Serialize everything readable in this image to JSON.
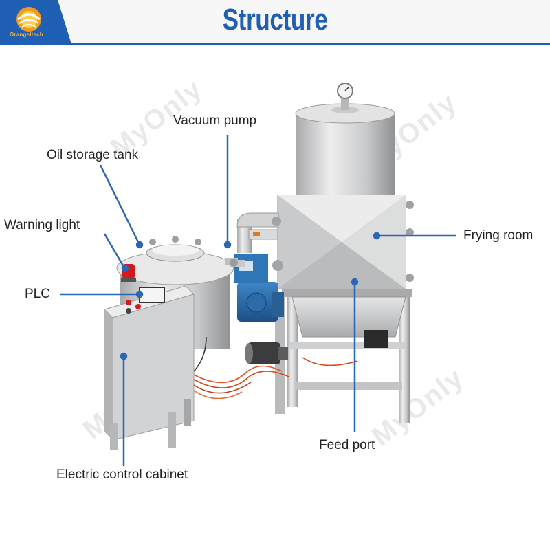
{
  "header": {
    "title": "Structure",
    "logo_text": "Orangeltech"
  },
  "watermark": "MyOnly",
  "labels": {
    "vacuum_pump": "Vacuum pump",
    "oil_storage_tank": "Oil storage tank",
    "warning_light": "Warning light",
    "plc": "PLC",
    "frying_room": "Frying room",
    "feed_port": "Feed port",
    "electric_control_cabinet": "Electric control cabinet"
  },
  "colors": {
    "brand_blue": "#1f5fb4",
    "callout_line": "#2b66b8",
    "logo_orange": "#f29a1e",
    "warning_red": "#d11a1a"
  }
}
